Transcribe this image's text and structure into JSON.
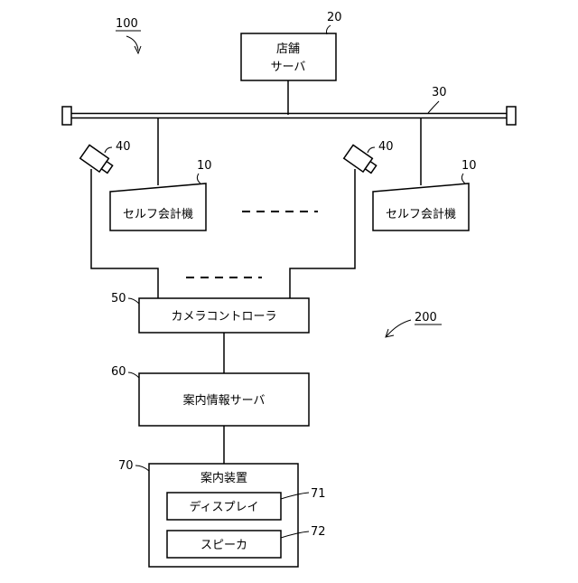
{
  "labels": {
    "system_ref": "100",
    "system_ref_200": "200",
    "store_server_line1": "店舗",
    "store_server_line2": "サーバ",
    "store_server_ref": "20",
    "network_ref": "30",
    "camera_ref_left": "40",
    "camera_ref_right": "40",
    "self_checkout_left": "セルフ会計機",
    "self_checkout_right": "セルフ会計機",
    "self_checkout_ref_left": "10",
    "self_checkout_ref_right": "10",
    "camera_controller": "カメラコントローラ",
    "camera_controller_ref": "50",
    "guide_info_server": "案内情報サーバ",
    "guide_info_server_ref": "60",
    "guide_device": "案内装置",
    "guide_device_ref": "70",
    "display": "ディスプレイ",
    "display_ref": "71",
    "speaker": "スピーカ",
    "speaker_ref": "72"
  }
}
